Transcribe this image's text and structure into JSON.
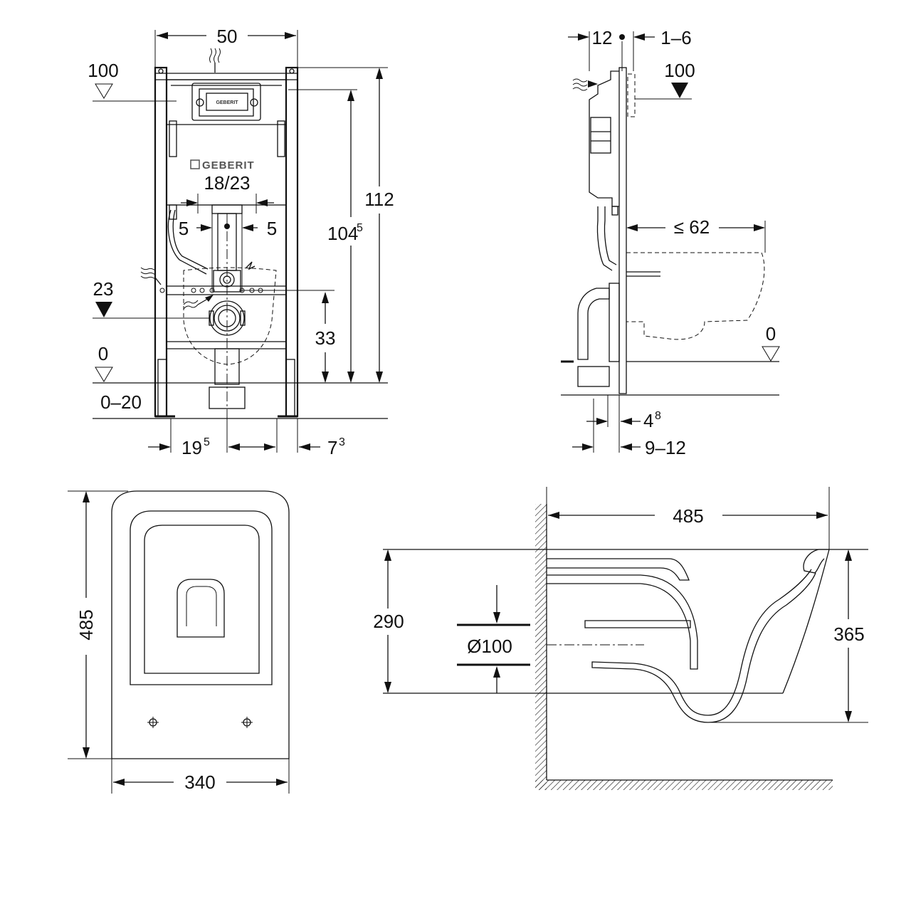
{
  "frame_front": {
    "brand": "GEBERIT",
    "width": "50",
    "lvl_top": "100",
    "lvl_23": "23",
    "lvl_0": "0",
    "adj": "0–20",
    "height_total": "112",
    "height_1045_base": "104",
    "height_1045_sup": "5",
    "height_33": "33",
    "span_1823": "18/23",
    "off_left": "5",
    "off_right": "5",
    "bot_195_base": "19",
    "bot_195_sup": "5",
    "bot_73_base": "7",
    "bot_73_sup": "3"
  },
  "frame_side": {
    "dim_12": "12",
    "dim_16": "1–6",
    "lvl_top": "100",
    "dim_62": "≤ 62",
    "lvl_0": "0",
    "dim_48_base": "4",
    "dim_48_sup": "8",
    "dim_912": "9–12"
  },
  "bowl_top": {
    "depth": "485",
    "width": "340"
  },
  "bowl_side": {
    "depth": "485",
    "h_290": "290",
    "h_365": "365",
    "pipe_dia": "Ø100"
  }
}
